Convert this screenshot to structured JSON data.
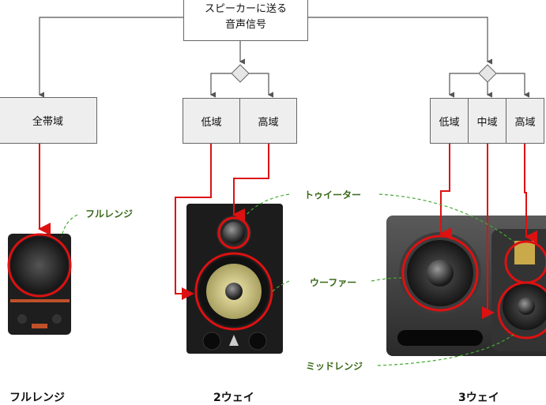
{
  "diagram": {
    "root": {
      "line1": "スピーカーに送る",
      "line2": "音声信号"
    },
    "fullrange_box": "全帯域",
    "twoway_boxes": [
      "低域",
      "高域"
    ],
    "threeway_boxes": [
      "低域",
      "中域",
      "高域"
    ],
    "driver_labels": {
      "fullrange": "フルレンジ",
      "tweeter": "トゥイーター",
      "woofer": "ウーファー",
      "midrange": "ミッドレンジ"
    },
    "captions": [
      "フルレンジ",
      "2ウェイ",
      "3ウェイ"
    ],
    "colors": {
      "signal": "#dd1111",
      "connector": "#555555",
      "leader": "#44aa33",
      "box_fill": "#eeeeee"
    }
  }
}
